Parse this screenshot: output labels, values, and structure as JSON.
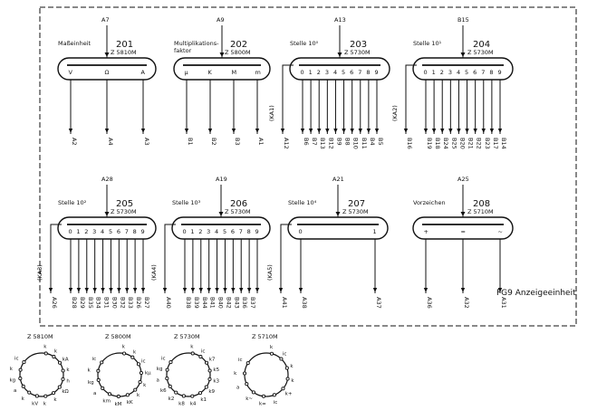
{
  "panel_title": "FG9 Anzeigeeinheit",
  "tubes": [
    {
      "number": "201",
      "type": "Z 5810M",
      "caption": "Maßeinheit",
      "top_pin": "A7",
      "chars": [
        "V",
        "Ω",
        "A"
      ],
      "bottom": [
        "A2",
        "A4",
        "A3"
      ],
      "anode": "",
      "left_label": ""
    },
    {
      "number": "202",
      "type": "Z 5800M",
      "caption": "Multiplikations-\nfaktor",
      "top_pin": "A9",
      "chars": [
        "μ",
        "K",
        "M",
        "m"
      ],
      "bottom": [
        "B1",
        "B2",
        "B3",
        "A1"
      ],
      "anode": "",
      "left_label": ""
    },
    {
      "number": "203",
      "type": "Z 5730M",
      "caption": "Stelle 10⁰",
      "top_pin": "A13",
      "chars": [
        "0",
        "1",
        "2",
        "3",
        "4",
        "5",
        "6",
        "7",
        "8",
        "9"
      ],
      "bottom": [
        "B6",
        "B7",
        "B13",
        "B12",
        "B9",
        "B8",
        "B10",
        "B11",
        "B4",
        "B5"
      ],
      "anode": "A12",
      "left_label": "(KA1)"
    },
    {
      "number": "204",
      "type": "Z 5730M",
      "caption": "Stelle 10¹",
      "top_pin": "B15",
      "chars": [
        "0",
        "1",
        "2",
        "3",
        "4",
        "5",
        "6",
        "7",
        "8",
        "9"
      ],
      "bottom": [
        "B19",
        "B18",
        "B24",
        "B25",
        "B20",
        "B21",
        "B22",
        "B23",
        "B17",
        "B14"
      ],
      "anode": "B16",
      "left_label": "(KA2)"
    },
    {
      "number": "205",
      "type": "Z 5730M",
      "caption": "Stelle 10²",
      "top_pin": "A28",
      "chars": [
        "0",
        "1",
        "2",
        "3",
        "4",
        "5",
        "6",
        "7",
        "8",
        "9"
      ],
      "bottom": [
        "B28",
        "B29",
        "B35",
        "B34",
        "B31",
        "B30",
        "B32",
        "B33",
        "B26",
        "B27"
      ],
      "anode": "A26",
      "left_label": "(KA3)"
    },
    {
      "number": "206",
      "type": "Z 5730M",
      "caption": "Stelle 10³",
      "top_pin": "A19",
      "chars": [
        "0",
        "1",
        "2",
        "3",
        "4",
        "5",
        "6",
        "7",
        "8",
        "9"
      ],
      "bottom": [
        "B38",
        "B39",
        "B44",
        "B41",
        "B40",
        "B42",
        "B43",
        "B36",
        "B37"
      ],
      "anode": "A40",
      "left_label": "(KA4)"
    },
    {
      "number": "207",
      "type": "Z 5730M",
      "caption": "Stelle 10⁴",
      "top_pin": "A21",
      "chars": [
        "0",
        "1"
      ],
      "bottom": [
        "A38",
        "A37"
      ],
      "anode": "A41",
      "left_label": "(KA5)"
    },
    {
      "number": "208",
      "type": "Z 5710M",
      "caption": "Vorzeichen",
      "top_pin": "A25",
      "chars": [
        "+",
        "=",
        "~"
      ],
      "bottom": [
        "A36",
        "A32",
        "A31"
      ],
      "anode": "",
      "left_label": ""
    }
  ],
  "pinouts": [
    {
      "type": "Z 5810M",
      "pins": [
        "k",
        "k",
        "kA",
        "k",
        "h",
        "kΩ",
        "k",
        "k",
        "kV",
        "k",
        "a",
        "kg",
        "k",
        "ic"
      ]
    },
    {
      "type": "Z 5800M",
      "pins": [
        "k",
        "k",
        "ic",
        "kμ",
        "k",
        "k",
        "kK",
        "kM",
        "km",
        "a",
        "kg",
        "k",
        "ic"
      ]
    },
    {
      "type": "Z 5730M",
      "pins": [
        "k",
        "ic",
        "k7",
        "k5",
        "k3",
        "k9",
        "k1",
        "k4",
        "k8",
        "k2",
        "k6",
        "a",
        "kg",
        "ic"
      ]
    },
    {
      "type": "Z 5710M",
      "pins": [
        "k",
        "ic",
        "k",
        "k",
        "k+",
        "ic",
        "k=",
        "k~",
        "a",
        "k",
        "ic"
      ]
    }
  ]
}
